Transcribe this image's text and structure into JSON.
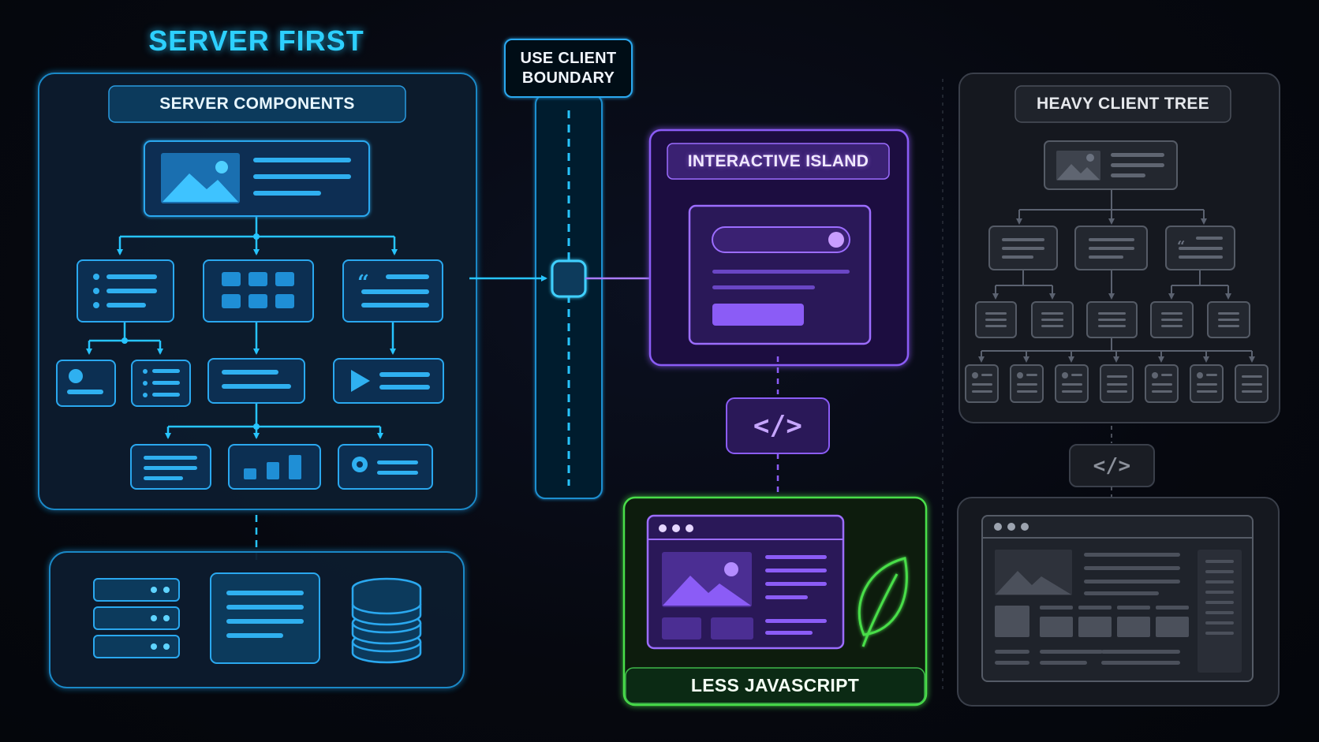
{
  "title": "SERVER FIRST",
  "server_panel": {
    "label": "SERVER COMPONENTS"
  },
  "boundary": {
    "label_line1": "USE CLIENT",
    "label_line2": "BOUNDARY"
  },
  "island": {
    "label": "INTERACTIVE ISLAND",
    "code_glyph": "</>"
  },
  "result": {
    "label": "LESS JAVASCRIPT"
  },
  "heavy": {
    "label": "HEAVY CLIENT TREE",
    "code_glyph": "</>"
  },
  "colors": {
    "server_accent": "#27c4ff",
    "island_accent": "#8b5cf6",
    "result_accent": "#4ade4a",
    "heavy_accent": "#6b7280"
  },
  "icons": [
    "image-icon",
    "list-icon",
    "grid-icon",
    "quote-icon",
    "user-icon",
    "play-icon",
    "bar-chart-icon",
    "server-rack-icon",
    "document-icon",
    "database-icon",
    "toggle-icon",
    "code-icon",
    "browser-window-icon",
    "leaf-icon"
  ]
}
